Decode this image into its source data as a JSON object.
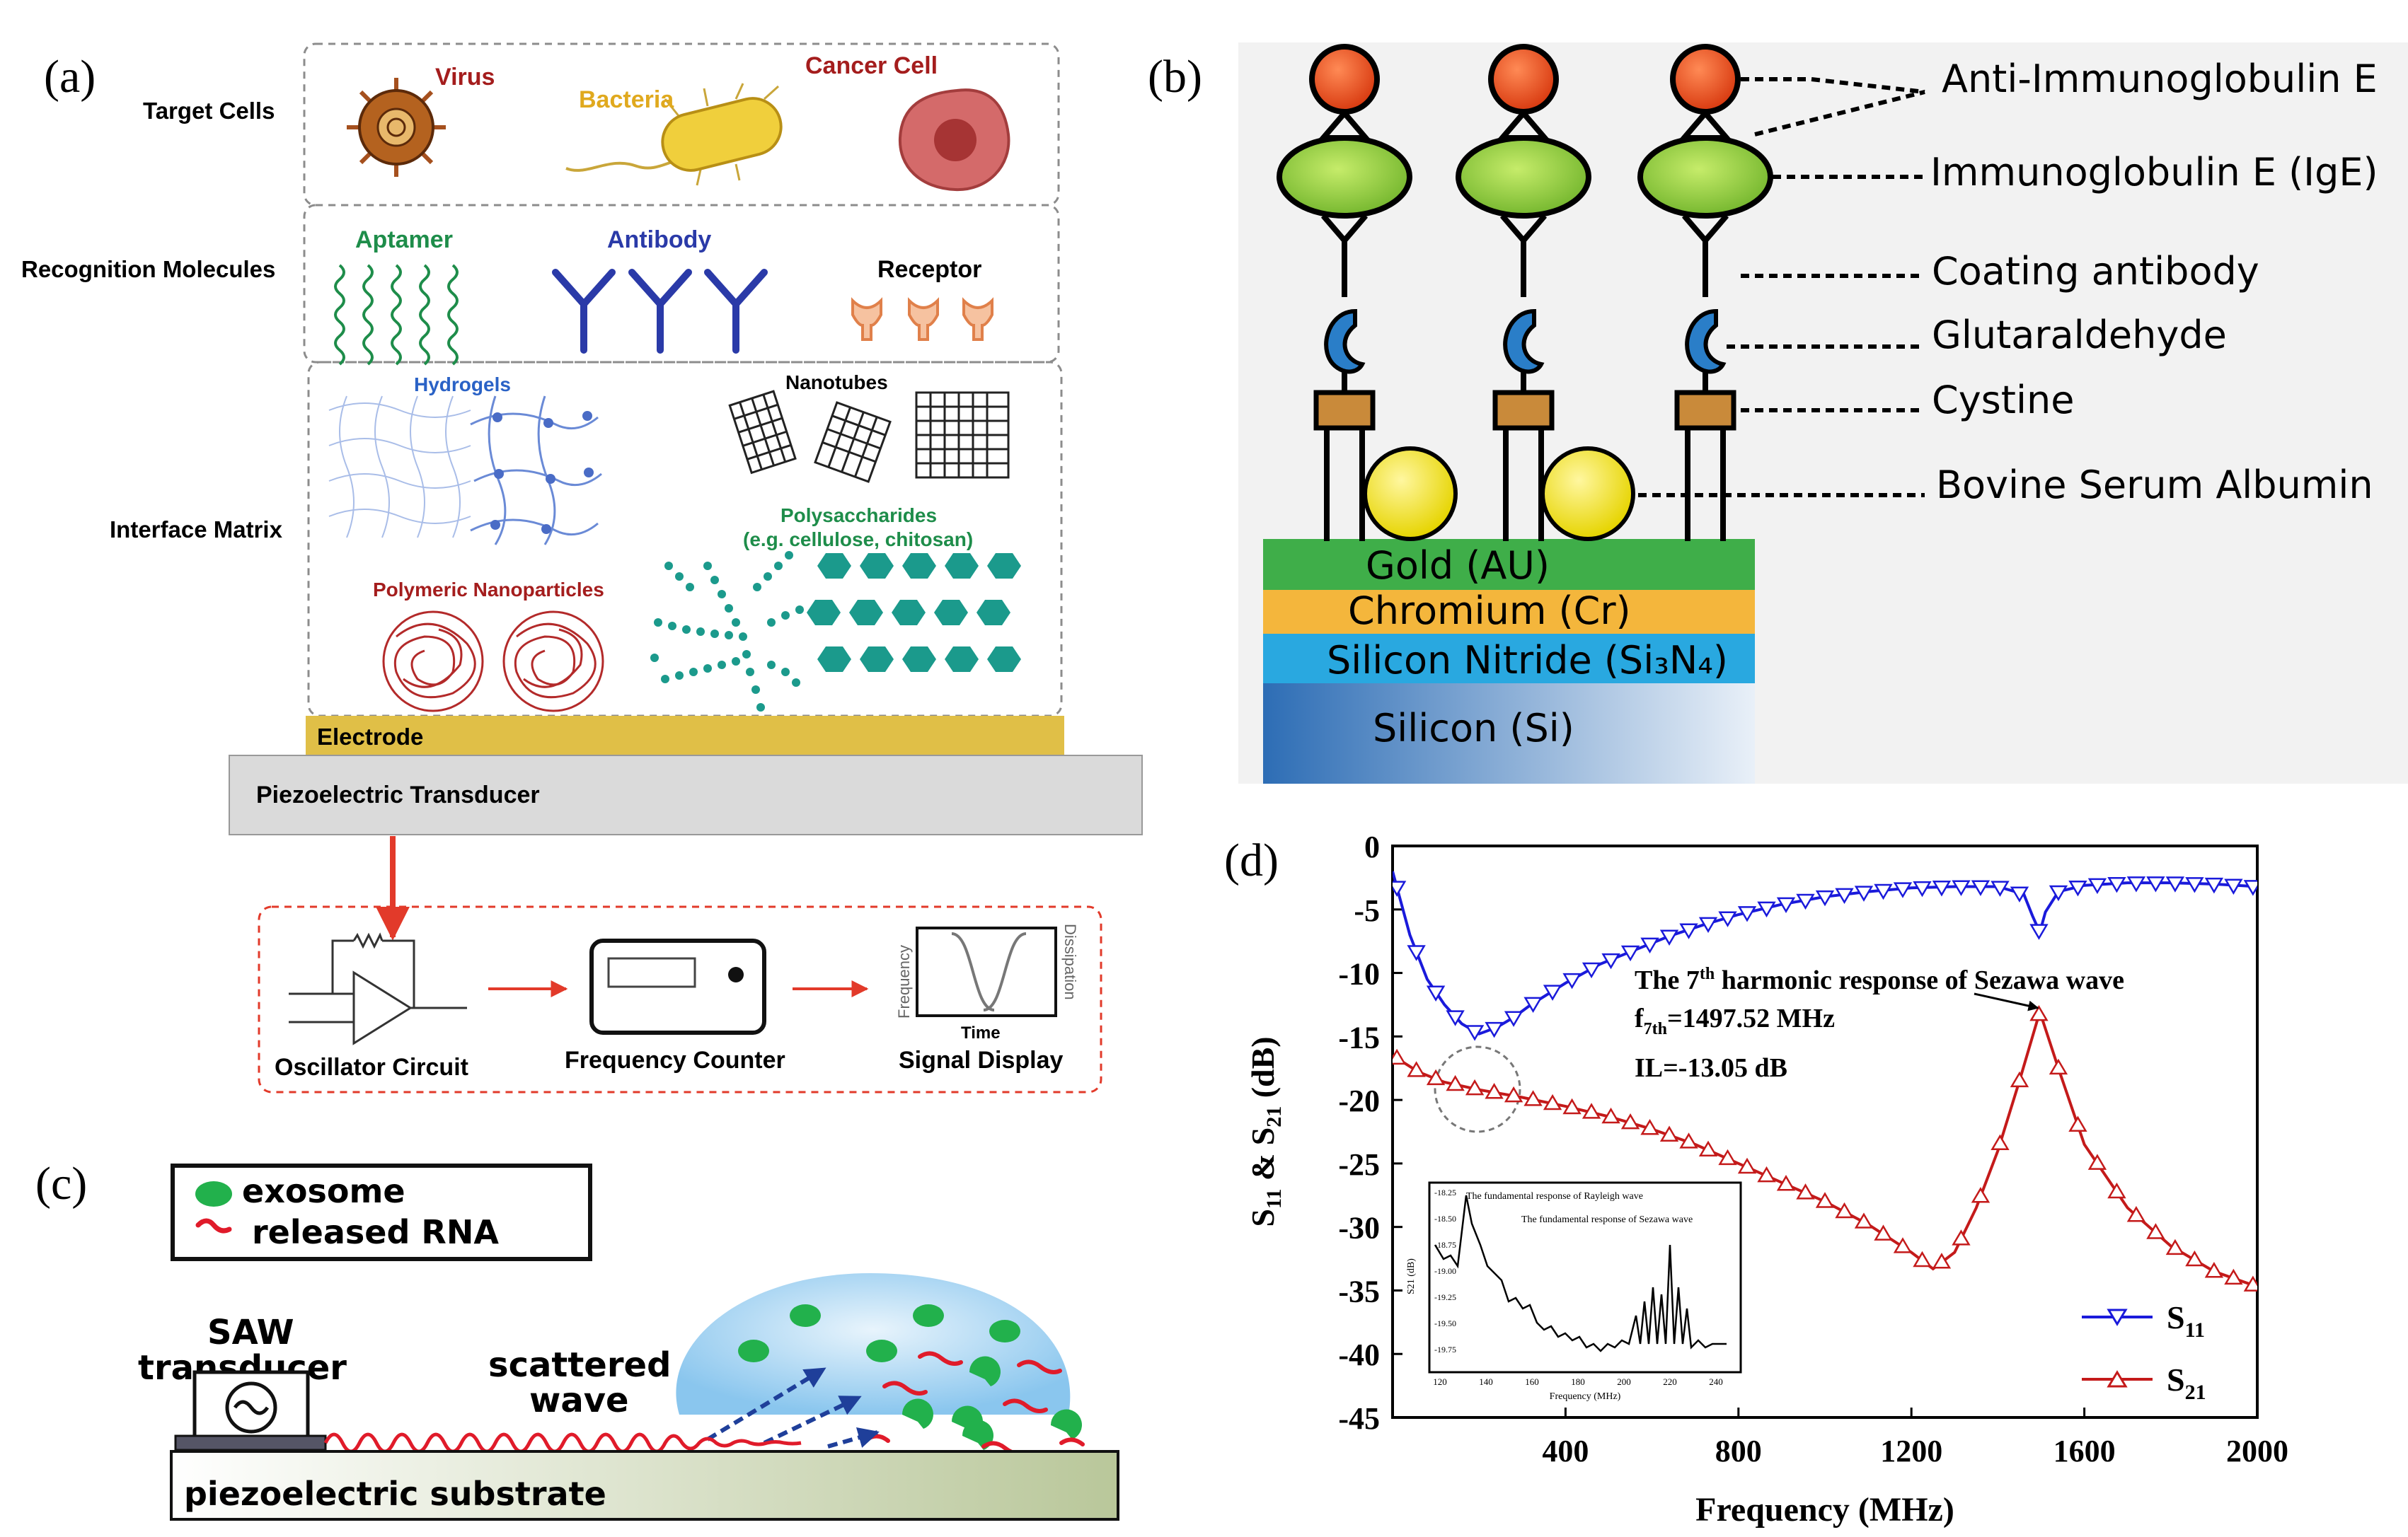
{
  "colors": {
    "gold_layer": "#3fae49",
    "chromium_layer": "#f4b63c",
    "nitride_layer": "#29a8e0",
    "silicon_layer": "#2d6db5",
    "s11_series": "#1a1adb",
    "s21_series": "#c41a1a",
    "electrode": "#e0bf47",
    "transducer": "#dadada",
    "arrow_red": "#e23a2a"
  },
  "panel_a": {
    "label": "(a)",
    "rows": {
      "target": "Target Cells",
      "recognition": "Recognition Molecules",
      "matrix": "Interface Matrix"
    },
    "cells": {
      "virus": "Virus",
      "bacteria": "Bacteria",
      "cancer": "Cancer Cell"
    },
    "molecules": {
      "aptamer": "Aptamer",
      "antibody": "Antibody",
      "receptor": "Receptor"
    },
    "matrix": {
      "hydrogels": "Hydrogels",
      "nanotubes": "Nanotubes",
      "polysaccharides": "Polysaccharides",
      "polysaccharides_note": "(e.g. cellulose, chitosan)",
      "nanoparticles": "Polymeric Nanoparticles"
    },
    "electrode": "Electrode",
    "transducer": "Piezoelectric Transducer",
    "circuit": {
      "oscillator": "Oscillator Circuit",
      "counter": "Frequency Counter",
      "display": "Signal Display",
      "display_y": "Frequency",
      "display_x": "Time",
      "display_right": "Dissipation"
    }
  },
  "panel_b": {
    "label": "(b)",
    "annotations": {
      "anti_ige": "Anti-Immunoglobulin E",
      "ige": "Immunoglobulin E (IgE)",
      "coating": "Coating antibody",
      "glutaraldehyde": "Glutaraldehyde",
      "cystine": "Cystine",
      "bsa": "Bovine Serum Albumin"
    },
    "layers": {
      "gold": "Gold (AU)",
      "chromium": "Chromium (Cr)",
      "nitride": "Silicon Nitride (Si₃N₄)",
      "silicon": "Silicon (Si)"
    }
  },
  "panel_c": {
    "label": "(c)",
    "legend": {
      "exosome": "exosome",
      "rna": "released RNA"
    },
    "saw_line1": "SAW",
    "saw_line2": "transducer",
    "scattered_line1": "scattered",
    "scattered_line2": "wave",
    "substrate": "piezoelectric substrate"
  },
  "panel_d": {
    "label": "(d)",
    "annotation": {
      "line1": "The 7th harmonic response of Sezawa wave",
      "line2": "f7th=1497.52 MHz",
      "line3": "IL=-13.05 dB"
    },
    "inset": {
      "rayleigh": "The fundamental response of Rayleigh wave",
      "sezawa": "The fundamental response of Sezawa wave",
      "xlabel": "Frequency (MHz)",
      "ylabel": "S21 (dB)",
      "xticks": [
        "120",
        "140",
        "160",
        "180",
        "200",
        "220",
        "240"
      ],
      "yticks": [
        "-18.25",
        "-18.50",
        "-18.75",
        "-19.00",
        "-19.25",
        "-19.50",
        "-19.75"
      ]
    }
  },
  "chart_data": {
    "type": "line",
    "xlabel": "Frequency (MHz)",
    "ylabel": "S11 & S21 (dB)",
    "xlim": [
      0,
      2000
    ],
    "ylim": [
      -45,
      0
    ],
    "xticks": [
      400,
      800,
      1200,
      1600,
      2000
    ],
    "yticks": [
      0,
      -5,
      -10,
      -15,
      -20,
      -25,
      -30,
      -35,
      -40,
      -45
    ],
    "legend_position": "bottom-right",
    "series": [
      {
        "name": "S11",
        "marker": "triangle-down",
        "x": [
          0,
          40,
          80,
          120,
          160,
          200,
          240,
          280,
          320,
          400,
          480,
          560,
          640,
          720,
          800,
          900,
          1000,
          1100,
          1200,
          1300,
          1400,
          1460,
          1480,
          1497,
          1510,
          1540,
          1600,
          1700,
          1800,
          1900,
          2000
        ],
        "y": [
          -2,
          -7,
          -10.5,
          -12.5,
          -14,
          -14.8,
          -14.3,
          -13.5,
          -12.5,
          -10.8,
          -9.3,
          -8.2,
          -7.1,
          -6.2,
          -5.4,
          -4.6,
          -4.0,
          -3.6,
          -3.3,
          -3.2,
          -3.2,
          -3.8,
          -5.5,
          -6.8,
          -5.2,
          -3.6,
          -3.1,
          -2.9,
          -2.9,
          -3.0,
          -3.2
        ]
      },
      {
        "name": "S21",
        "marker": "triangle-up",
        "x": [
          0,
          60,
          120,
          200,
          300,
          400,
          500,
          600,
          700,
          800,
          900,
          1000,
          1100,
          1200,
          1250,
          1300,
          1350,
          1400,
          1450,
          1497,
          1540,
          1600,
          1700,
          1800,
          1900,
          2000
        ],
        "y": [
          -16.5,
          -17.8,
          -18.6,
          -19.2,
          -19.8,
          -20.5,
          -21.3,
          -22.3,
          -23.5,
          -25.0,
          -26.5,
          -28.0,
          -29.8,
          -32.0,
          -33.3,
          -32.0,
          -28.5,
          -24.0,
          -18.5,
          -13.05,
          -17.5,
          -23.5,
          -28.5,
          -31.5,
          -33.5,
          -34.7
        ]
      }
    ]
  }
}
